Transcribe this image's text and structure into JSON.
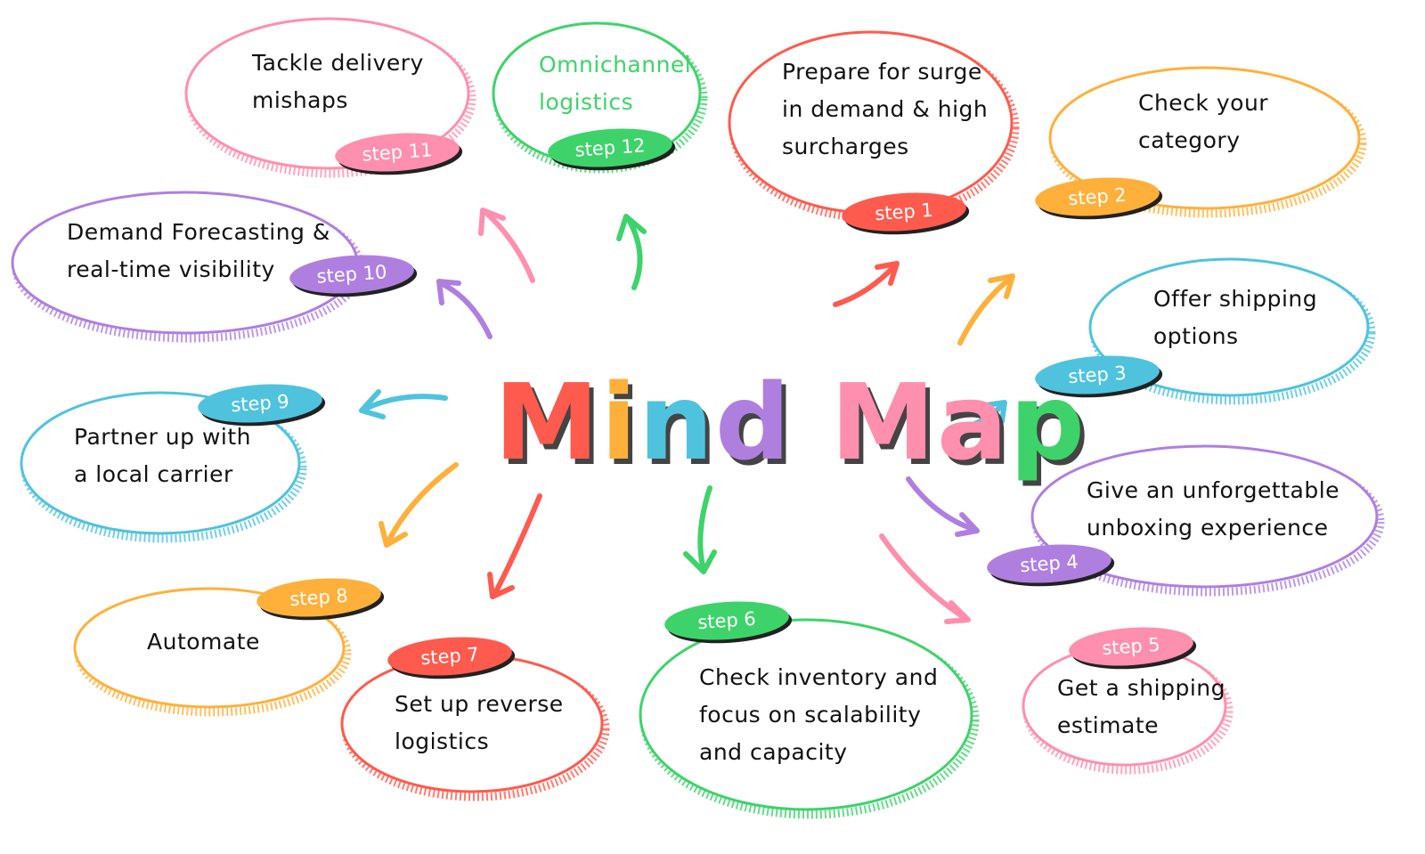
{
  "title": {
    "text": "Mind Map",
    "letter_colors": [
      "#FF5A4E",
      "#FFB03B",
      "#4FC3DD",
      "#AF7FE0",
      "#ffffff",
      "#FF8FAE",
      "#FF8FAE",
      "#3ED36A",
      "#FFB03B"
    ]
  },
  "colors": {
    "red": "#FF5A4E",
    "orange": "#FFB03B",
    "cyan": "#4FC3DD",
    "purple": "#AF7FE0",
    "pink": "#FF8FAE",
    "green": "#3ED36A"
  },
  "steps": [
    {
      "badge": "step 1",
      "text": "Prepare for surge\nin demand & high\nsurcharges",
      "color": "#FF5A4E"
    },
    {
      "badge": "step 2",
      "text": "Check your\ncategory",
      "color": "#FFB03B"
    },
    {
      "badge": "step 3",
      "text": "Offer shipping\noptions",
      "color": "#4FC3DD"
    },
    {
      "badge": "step 4",
      "text": "Give an unforgettable\nunboxing experience",
      "color": "#AF7FE0"
    },
    {
      "badge": "step 5",
      "text": "Get a shipping\nestimate",
      "color": "#FF8FAE"
    },
    {
      "badge": "step 6",
      "text": "Check inventory and\nfocus on scalability\nand capacity",
      "color": "#3ED36A"
    },
    {
      "badge": "step 7",
      "text": "Set up reverse\nlogistics",
      "color": "#FF5A4E"
    },
    {
      "badge": "step 8",
      "text": "Automate",
      "color": "#FFB03B"
    },
    {
      "badge": "step 9",
      "text": "Partner up with\na local carrier",
      "color": "#4FC3DD"
    },
    {
      "badge": "step 10",
      "text": "Demand Forecasting &\nreal-time visibility",
      "color": "#AF7FE0"
    },
    {
      "badge": "step 11",
      "text": "Tackle delivery\nmishaps",
      "color": "#FF8FAE"
    },
    {
      "badge": "step 12",
      "text": "Omnichannel\nlogistics",
      "color": "#3ED36A"
    }
  ]
}
